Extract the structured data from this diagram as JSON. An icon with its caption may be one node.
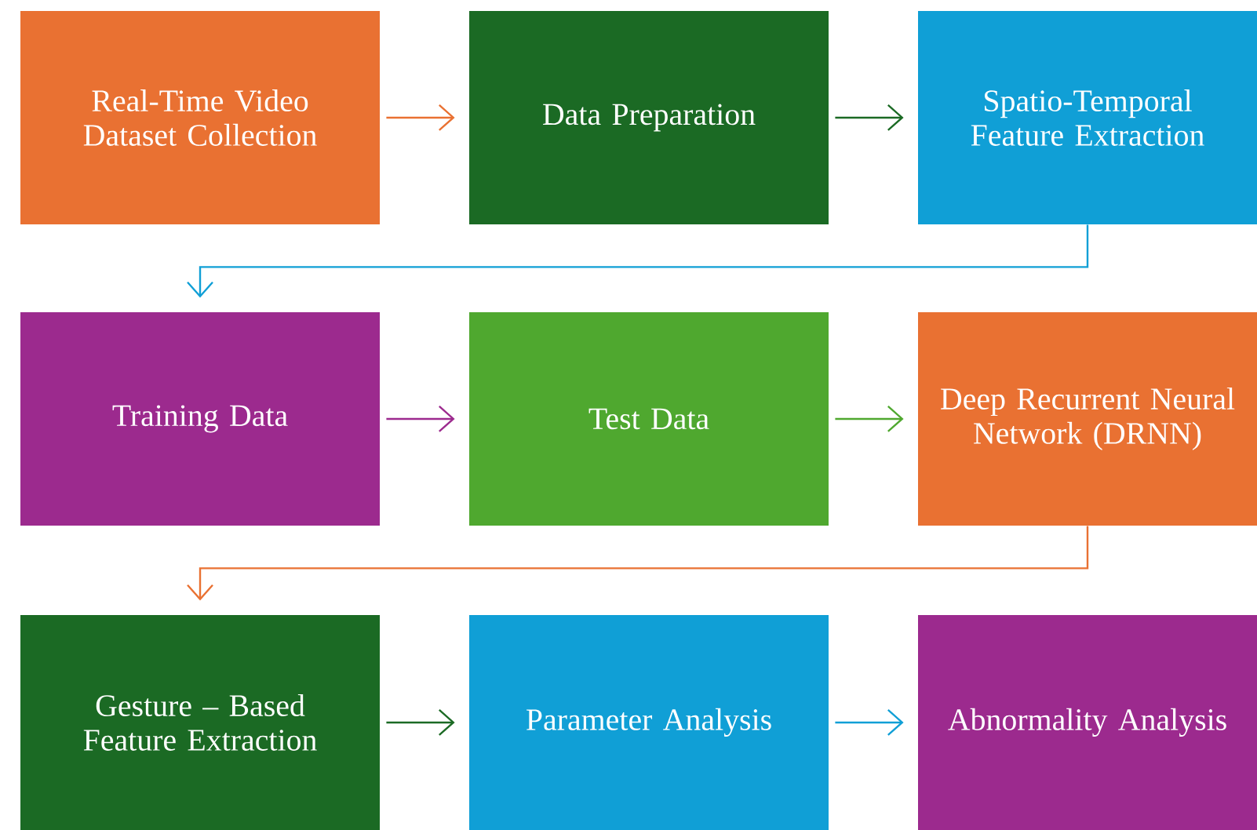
{
  "diagram": {
    "nodes": [
      {
        "text": [
          "Real-Time Video Dataset Collection"
        ]
      },
      {
        "text": [
          "Data Preparation"
        ]
      },
      {
        "text": [
          "Spatio-Temporal Feature Extraction"
        ]
      },
      {
        "text": [
          "Training Data"
        ]
      },
      {
        "text": [
          "Test Data"
        ]
      },
      {
        "text": [
          "Deep Recurrent Neural Network (DRNN)"
        ]
      },
      {
        "text": [
          "Gesture – Based Feature Extraction"
        ]
      },
      {
        "text": [
          "Parameter Analysis"
        ]
      },
      {
        "text": [
          "Abnormality Analysis"
        ]
      }
    ],
    "edges": [
      {
        "from": 0,
        "to": 1,
        "arrow": "to",
        "color": "#e97132"
      },
      {
        "from": 1,
        "to": 2,
        "arrow": "to",
        "color": "#1b6a24"
      },
      {
        "from": 2,
        "to": 3,
        "arrow": "to",
        "color": "#109fd6"
      },
      {
        "from": 3,
        "to": 4,
        "arrow": "to",
        "color": "#9c2a8e"
      },
      {
        "from": 4,
        "to": 5,
        "arrow": "to",
        "color": "#4fa82f"
      },
      {
        "from": 5,
        "to": 6,
        "arrow": "to",
        "color": "#e97132"
      },
      {
        "from": 6,
        "to": 7,
        "arrow": "to",
        "color": "#1b6a24"
      },
      {
        "from": 7,
        "to": 8,
        "arrow": "to",
        "color": "#109fd6"
      }
    ]
  }
}
